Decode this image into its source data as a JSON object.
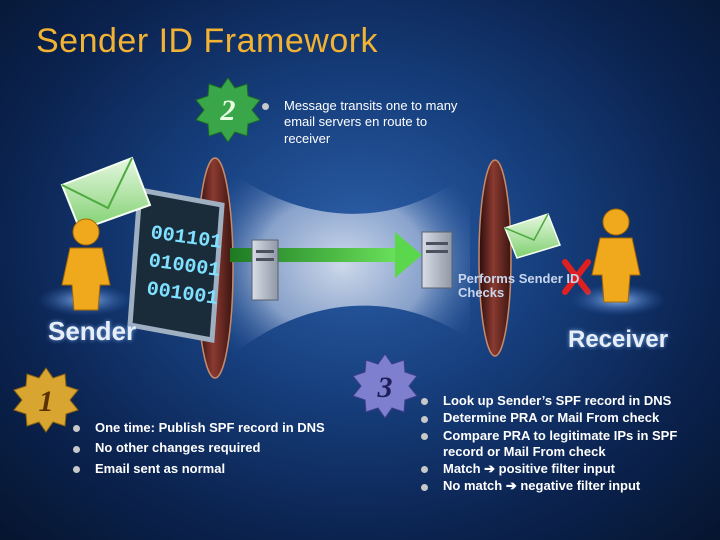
{
  "slide": {
    "title": "Sender ID Framework"
  },
  "badges": {
    "step1": "1",
    "step2": "2",
    "step3": "3"
  },
  "step2": {
    "bullets": [
      "Message transits one to many email servers en route to receiver"
    ]
  },
  "step1": {
    "bullets": [
      "One time: Publish SPF record in DNS",
      "No other changes required",
      "Email sent as normal"
    ]
  },
  "step3": {
    "bullets": [
      "Look up Sender’s SPF record in DNS",
      "Determine PRA or Mail From check",
      "Compare PRA to legitimate IPs in SPF record or Mail From check",
      "Match ➔ positive filter input",
      "No match ➔ negative filter input"
    ]
  },
  "diagram": {
    "sender_label": "Sender",
    "receiver_label": "Receiver",
    "checks_label": "Performs Sender ID Checks",
    "binary_lines": [
      "001101",
      "010001",
      "001001"
    ]
  },
  "colors": {
    "title": "#f2b233",
    "person": "#f0a81c",
    "arrow": "#39c43a",
    "badge_green": "#3aa64a",
    "badge_gold": "#d9a531",
    "badge_purple": "#7f7fd0"
  }
}
